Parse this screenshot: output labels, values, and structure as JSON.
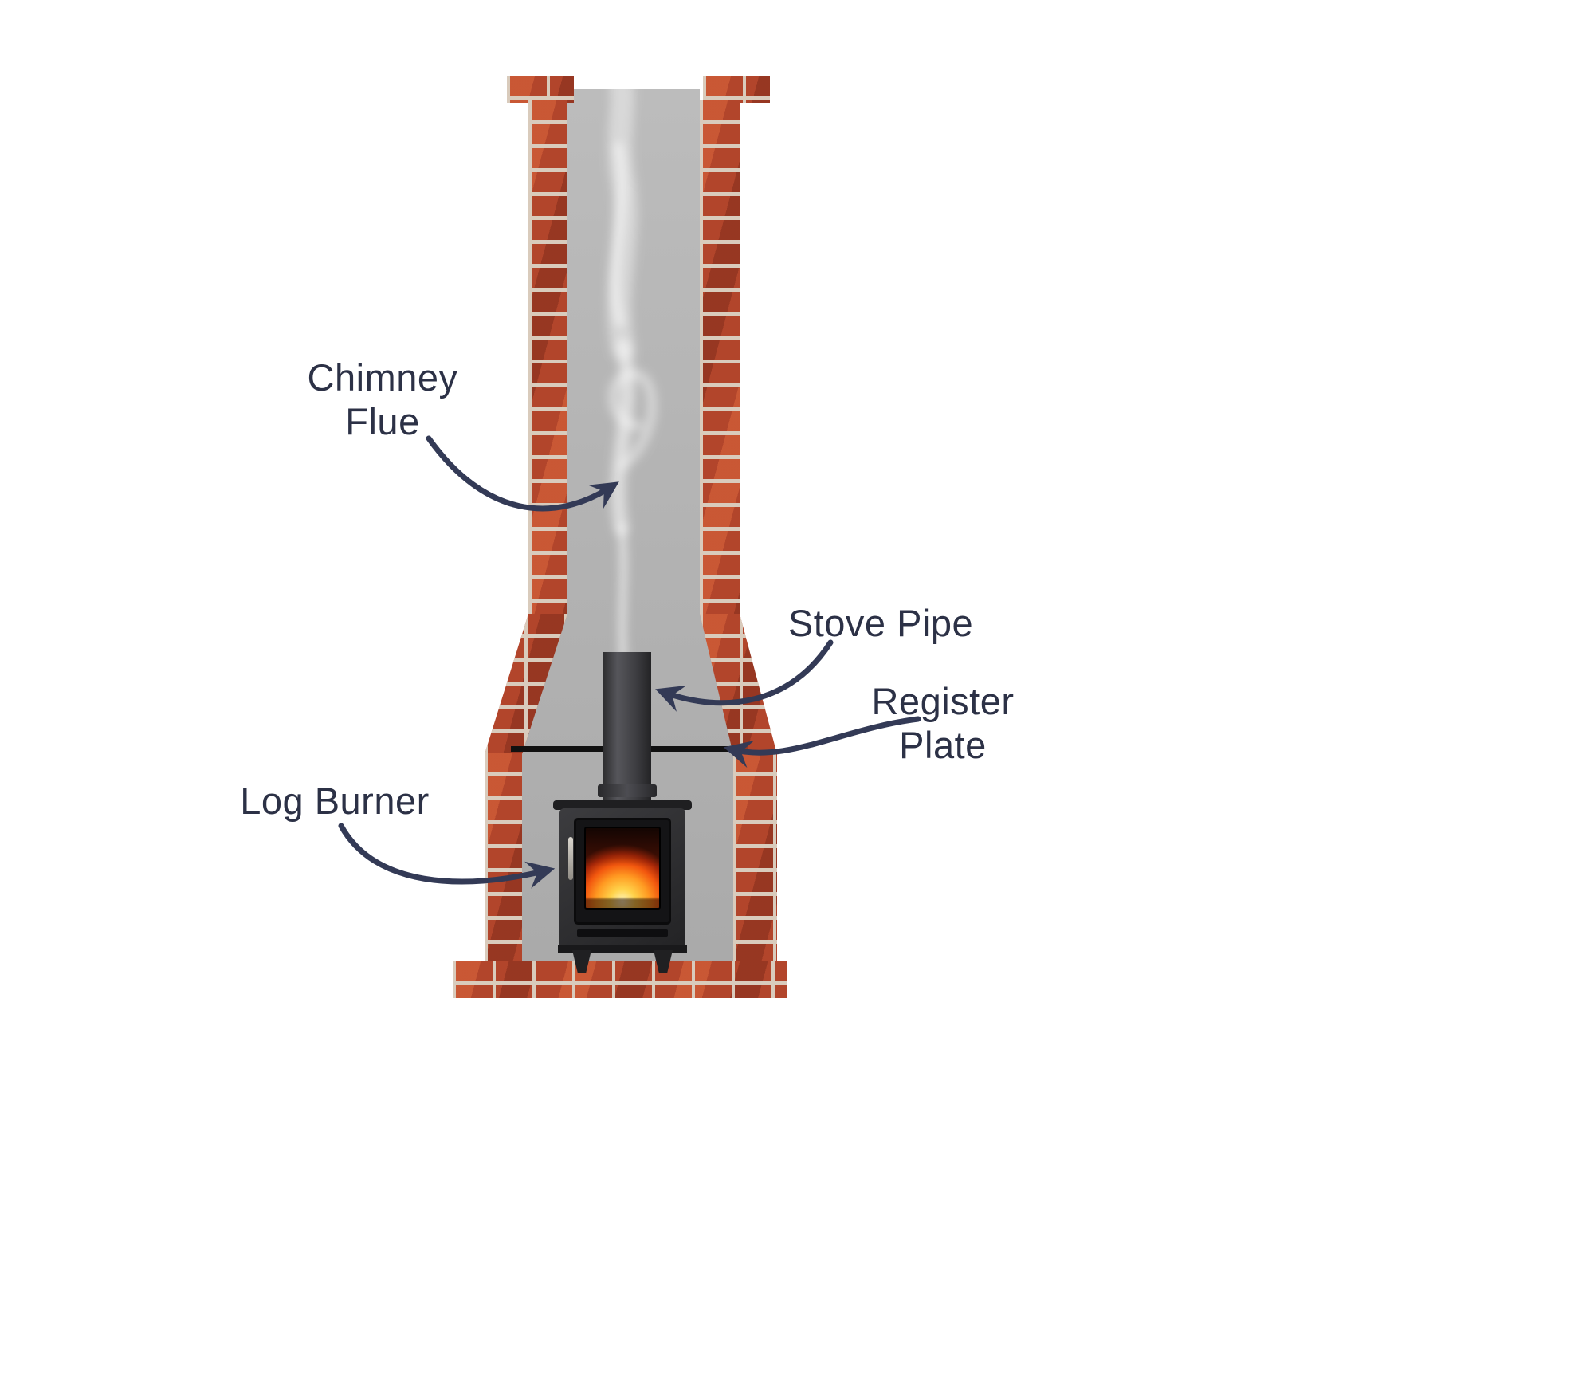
{
  "labels": {
    "chimney_flue": {
      "line1": "Chimney",
      "line2": "Flue"
    },
    "stove_pipe": {
      "line1": "Stove Pipe"
    },
    "register_plate": {
      "line1": "Register",
      "line2": "Plate"
    },
    "log_burner": {
      "line1": "Log Burner"
    }
  },
  "colors": {
    "background": "#ffffff",
    "label_text": "#2c3146",
    "arrow": "#333a56",
    "brick": "#b2452b",
    "mortar": "#d9cbbc",
    "flue_interior": "#bcbcbc",
    "smoke": "#ffffff",
    "register_plate_line": "#111111",
    "stove_body": "#232325",
    "fire": "#ff9a22"
  }
}
